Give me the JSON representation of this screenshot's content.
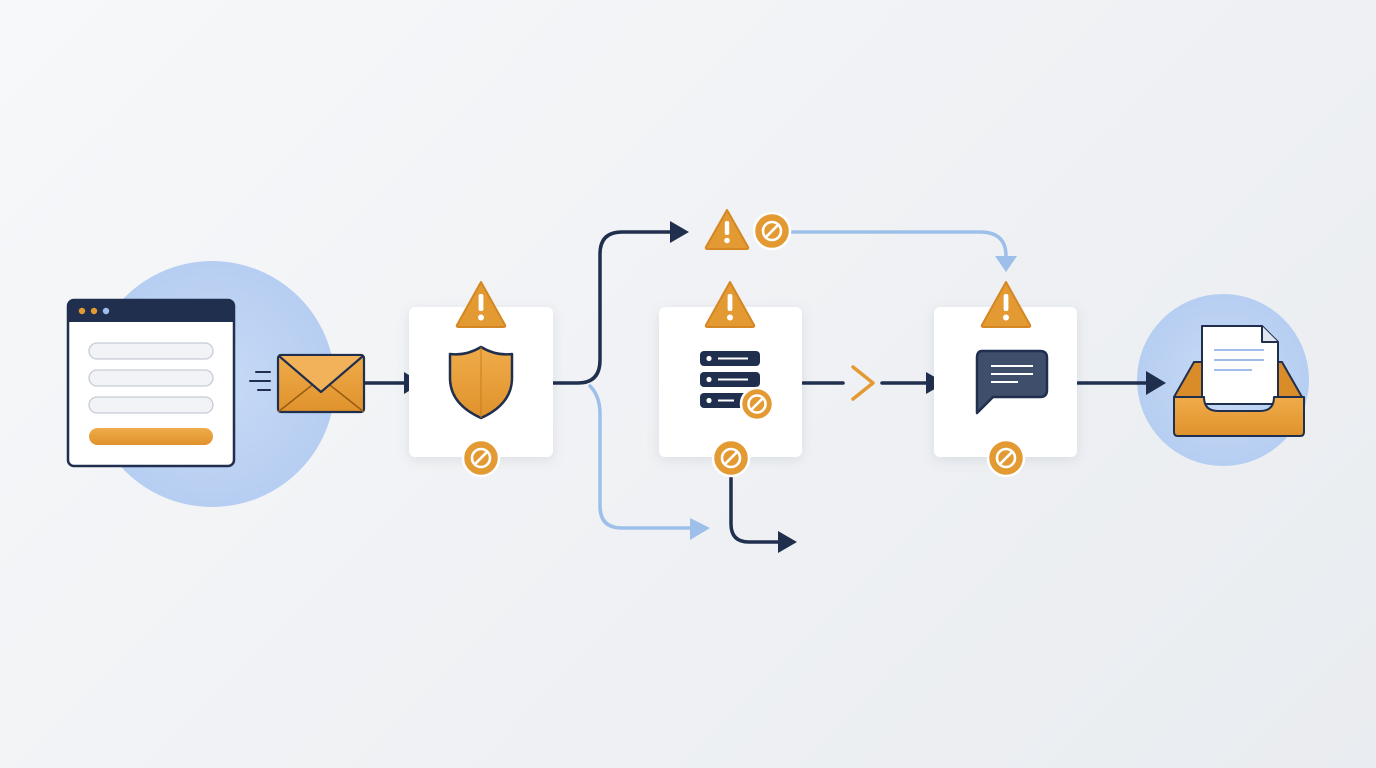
{
  "diagram": {
    "type": "email-delivery-flow",
    "nodes": [
      {
        "id": "web-form",
        "icon": "form-window-icon"
      },
      {
        "id": "email",
        "icon": "envelope-icon"
      },
      {
        "id": "security-filter",
        "icon": "shield-icon",
        "status_icons": [
          "warning-icon",
          "blocked-icon"
        ]
      },
      {
        "id": "mail-server",
        "icon": "server-icon",
        "status_icons": [
          "warning-icon",
          "blocked-icon"
        ]
      },
      {
        "id": "message-processing",
        "icon": "chat-bubble-icon",
        "status_icons": [
          "warning-icon",
          "blocked-icon"
        ]
      },
      {
        "id": "inbox",
        "icon": "inbox-tray-icon"
      }
    ],
    "branch_status_icons": [
      "warning-icon",
      "blocked-icon"
    ],
    "edges": [
      {
        "from": "web-form",
        "to": "email"
      },
      {
        "from": "email",
        "to": "security-filter"
      },
      {
        "from": "security-filter",
        "to": "branch-top"
      },
      {
        "from": "security-filter",
        "to": "branch-bottom",
        "style": "light"
      },
      {
        "from": "branch-top",
        "to": "message-processing",
        "style": "light"
      },
      {
        "from": "mail-server",
        "to": "message-processing"
      },
      {
        "from": "mail-server",
        "to": "rejected-exit"
      },
      {
        "from": "message-processing",
        "to": "inbox"
      }
    ]
  },
  "colors": {
    "accent": "#e39a33",
    "accent_dark": "#c87f1e",
    "navy": "#1f2f4d",
    "light_blue": "#9dbfe9",
    "halo": "#bcd3f3",
    "card": "#ffffff"
  }
}
